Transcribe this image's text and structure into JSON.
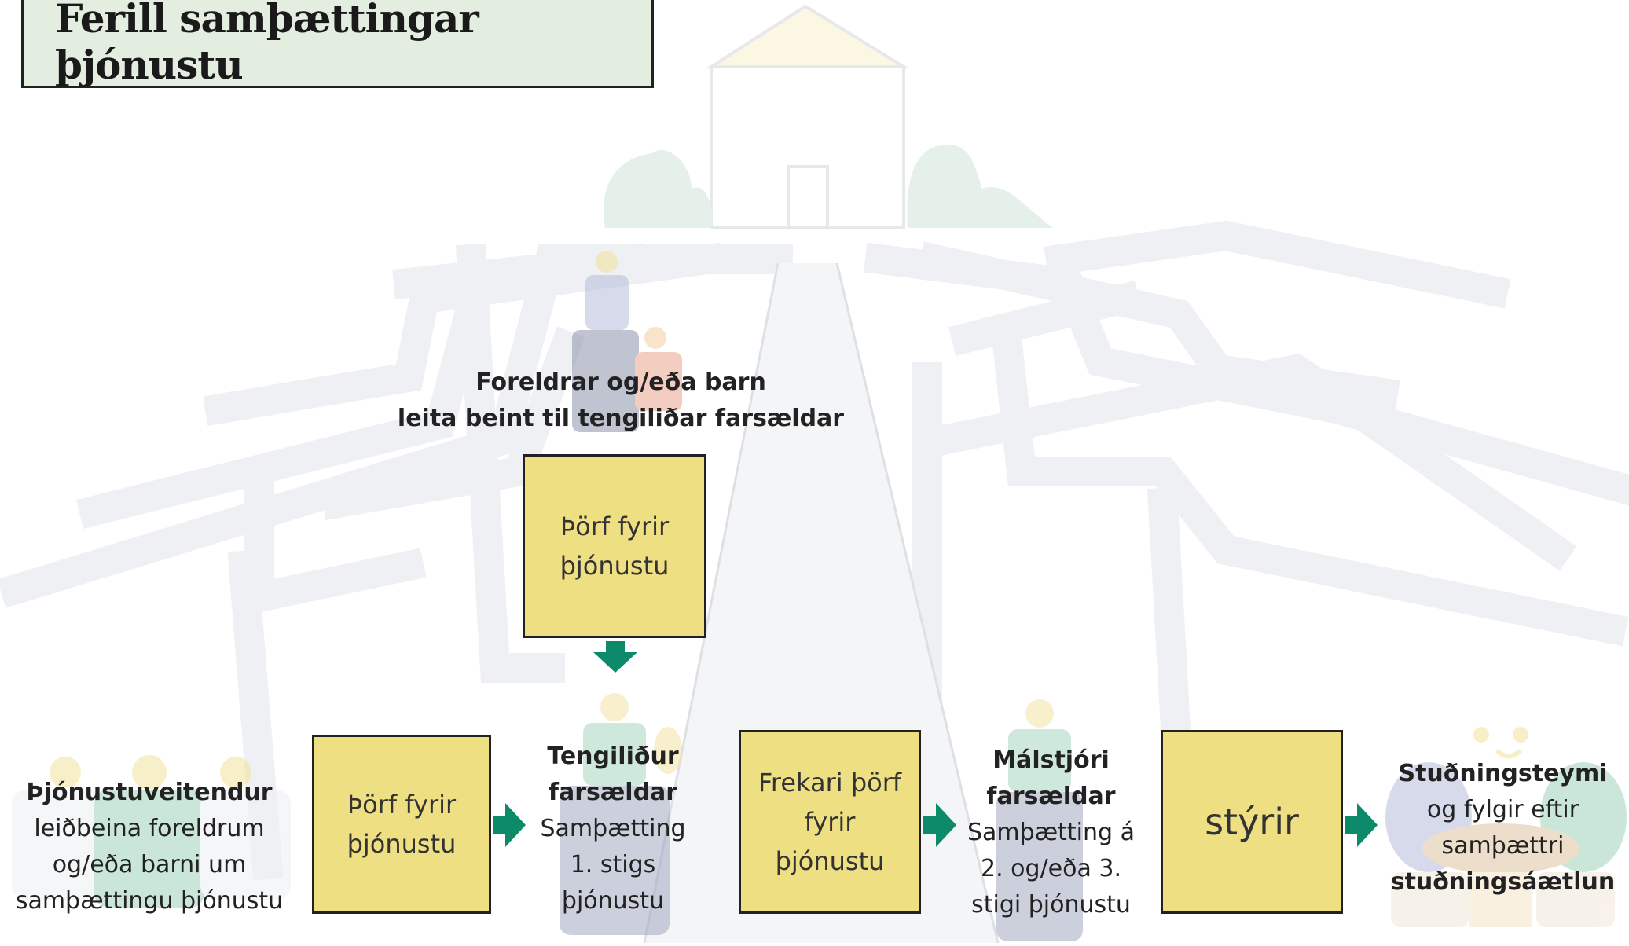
{
  "title": "Ferill samþættingar þjónustu",
  "colors": {
    "box_fill": "#eedf82",
    "arrow": "#0d8a6a",
    "title_fill": "#e3eee0",
    "background_illustration": "#eef0f3"
  },
  "icons": [
    "house-illustration",
    "maze-paths-illustration",
    "parent-child-figure",
    "service-providers-figures",
    "team-at-table-figure"
  ],
  "top_label": {
    "line1": "Foreldrar og/eða barn",
    "line2": "leita beint til tengiliðar farsældar"
  },
  "top_box": {
    "line1": "Þörf fyrir",
    "line2": "þjónustu"
  },
  "providers": {
    "bold": "Þjónustuveitendur",
    "line1": "leiðbeina foreldrum",
    "line2": "og/eða barni um",
    "line3": "samþættingu þjónustu"
  },
  "box1": {
    "line1": "Þörf fyrir",
    "line2": "þjónustu"
  },
  "contact": {
    "bold1": "Tengiliður",
    "bold2": "farsældar",
    "line1": "Samþætting",
    "line2": "1. stigs",
    "line3": "þjónustu"
  },
  "box2": {
    "line1": "Frekari þörf",
    "line2": "fyrir",
    "line3": "þjónustu"
  },
  "manager": {
    "bold1": "Málstjóri",
    "bold2": "farsældar",
    "line1": "Samþætting á",
    "line2": "2. og/eða 3.",
    "line3": "stigi þjónustu"
  },
  "box3": {
    "line1": "stýrir"
  },
  "team": {
    "bold1": "Stuðningsteymi",
    "line1": "og fylgir eftir",
    "line2": "samþættri",
    "bold2": "stuðningsáætlun"
  }
}
